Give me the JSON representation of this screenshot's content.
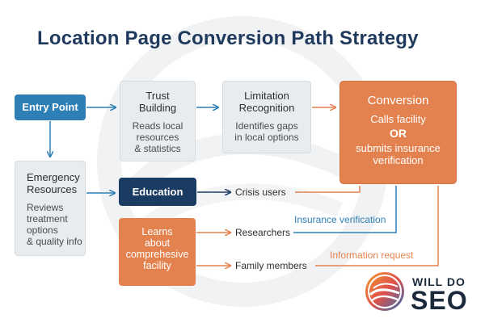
{
  "title": "Location Page Conversion Path Strategy",
  "nodes": {
    "entry": "Entry Point",
    "trust": {
      "head1": "Trust",
      "head2": "Building",
      "sub1": "Reads local",
      "sub2": "resources",
      "sub3": "& statistics"
    },
    "limitation": {
      "head1": "Limitation",
      "head2": "Recognition",
      "sub1": "Identifies gaps",
      "sub2": "in local options"
    },
    "conversion": {
      "head": "Conversion",
      "line1": "Calls facility",
      "or": "OR",
      "line2": "submits insurance",
      "line3": "verification"
    },
    "emergency": {
      "head1": "Emergency",
      "head2": "Resources",
      "sub1": "Reviews",
      "sub2": "treatment",
      "sub3": "options",
      "sub4": "& quality info"
    },
    "education": "Education",
    "learns": {
      "line1": "Learns",
      "line2": "about",
      "line3": "comprehesive",
      "line4": "facility"
    }
  },
  "labels": {
    "crisis": "Crisis users",
    "researchers": "Researchers",
    "family": "Family members",
    "insurance": "Insurance verification",
    "info": "Information request"
  },
  "logo": {
    "line1": "WILL DO",
    "line2": "SEO"
  },
  "colors": {
    "blue": "#2f7fb7",
    "navy": "#1b3c62",
    "orange": "#e4824f",
    "gray": "#e9ecef",
    "title": "#1f3a5c"
  }
}
